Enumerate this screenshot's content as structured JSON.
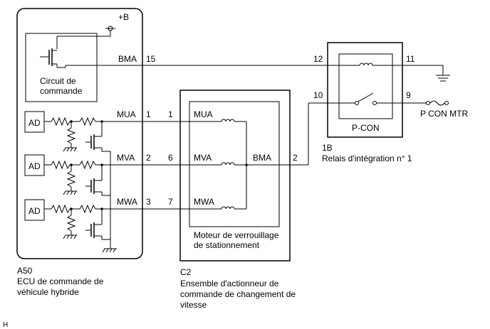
{
  "ecu": {
    "code": "A50",
    "name_line1": "ECU de commande de",
    "name_line2": "véhicule hybride",
    "supply": "+B",
    "circuit_line1": "Circuit de",
    "circuit_line2": "commande",
    "ad_label": "AD",
    "bma_label": "BMA",
    "bma_pin": "15",
    "mua_label": "MUA",
    "mua_pin": "1",
    "mva_label": "MVA",
    "mva_pin": "2",
    "mwa_label": "MWA",
    "mwa_pin": "3"
  },
  "actuator": {
    "code": "C2",
    "name_line1": "Ensemble d'actionneur de",
    "name_line2": "commande de changement de",
    "name_line3": "vitesse",
    "motor_line1": "Moteur de verrouillage",
    "motor_line2": "de stationnement",
    "mua_label": "MUA",
    "mua_pin": "1",
    "mva_label": "MVA",
    "mva_pin": "6",
    "mwa_label": "MWA",
    "mwa_pin": "7",
    "bma_label": "BMA",
    "bma_pin": "2"
  },
  "relay": {
    "code": "1B",
    "name": "Relais d'intégration n° 1",
    "switch_label": "P-CON",
    "pin_12": "12",
    "pin_11": "11",
    "pin_10": "10",
    "pin_9": "9",
    "fuse_label": "P CON MTR"
  },
  "footer": {
    "mark": "H"
  }
}
